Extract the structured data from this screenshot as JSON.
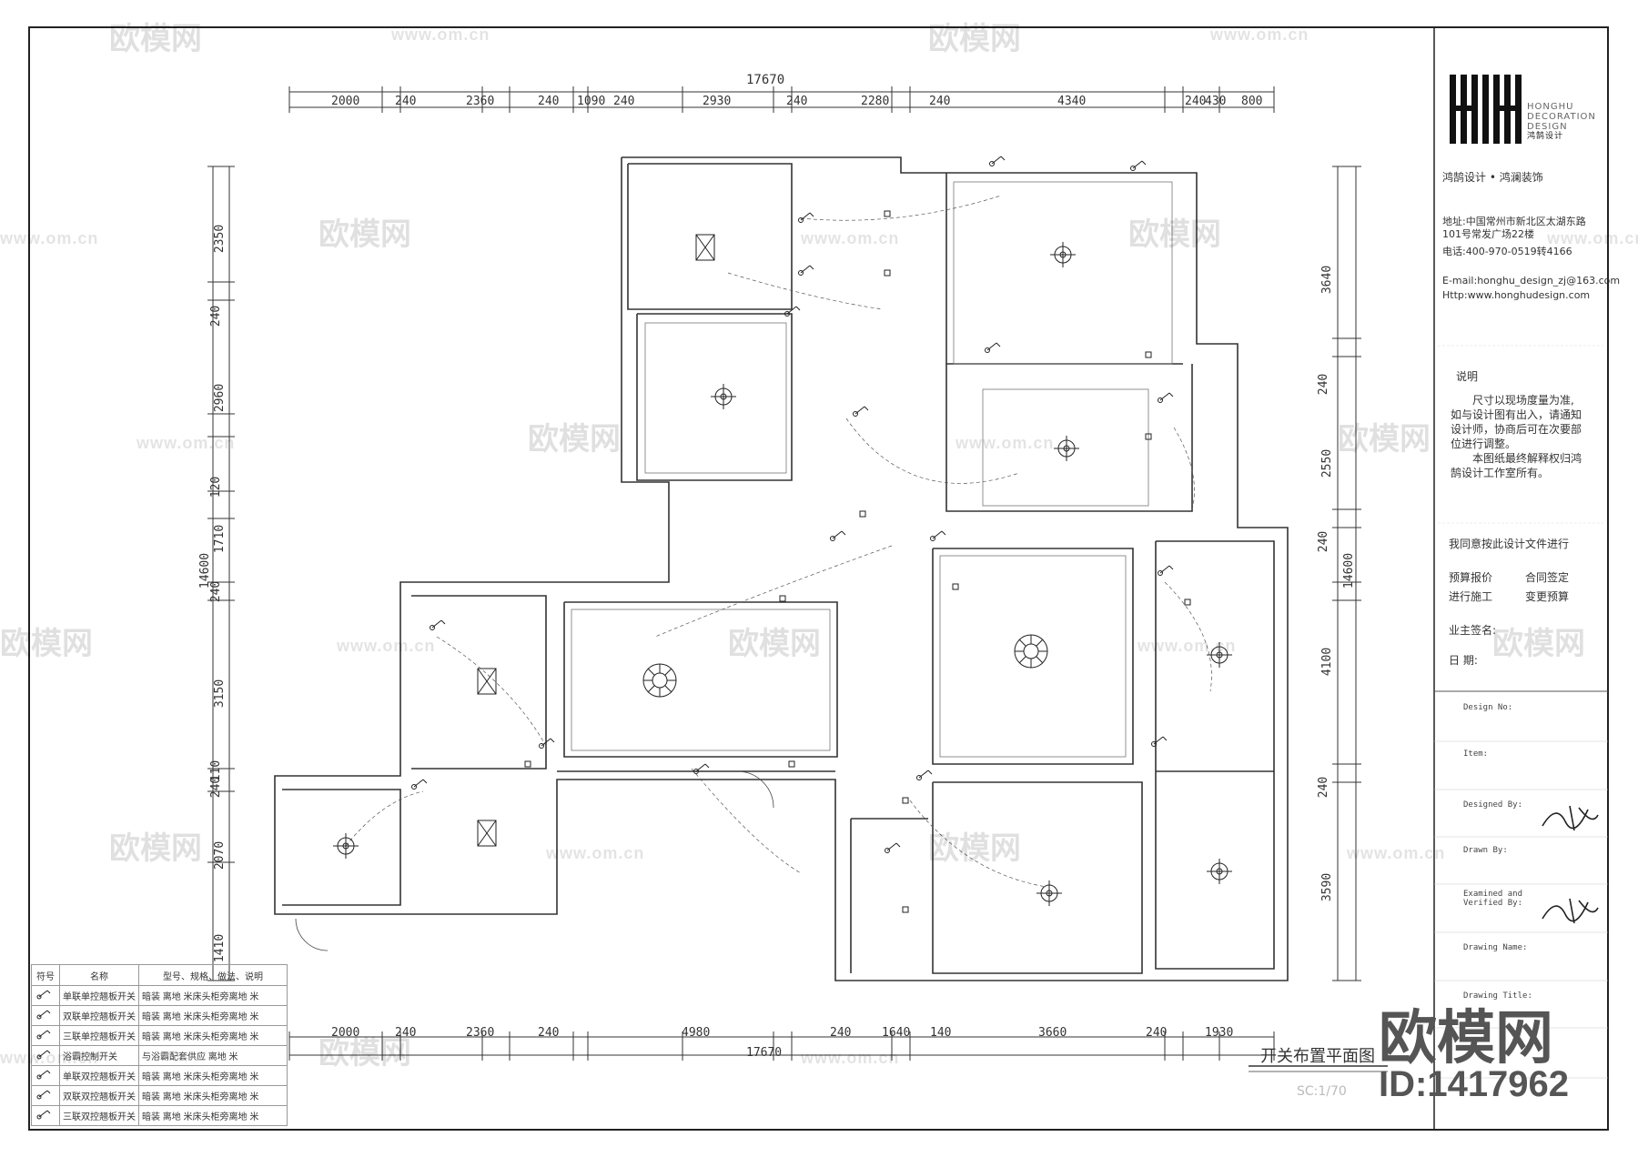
{
  "drawing": {
    "title": "开关布置平面图",
    "scale": "SC:1/70",
    "total_width_dim": "17670",
    "total_height_dim": "14600",
    "top_dims": [
      "2000",
      "240",
      "2360",
      "240",
      "1090",
      "240",
      "2930",
      "240",
      "2280",
      "240",
      "4340",
      "240",
      "430",
      "800"
    ],
    "bottom_dims": [
      "2000",
      "240",
      "2360",
      "240",
      "4980",
      "240",
      "1640",
      "140",
      "3660",
      "240",
      "1930"
    ],
    "left_dims": [
      "2350",
      "240",
      "2960",
      "120",
      "1710",
      "240",
      "3150",
      "240",
      "110",
      "2070",
      "1410"
    ],
    "right_dims": [
      "3640",
      "240",
      "2550",
      "240",
      "4100",
      "240",
      "3590"
    ]
  },
  "titleblock": {
    "logo_text": [
      "HONGHU",
      "DECORATION",
      "DESIGN",
      "鸿鹄设计"
    ],
    "company": "鸿鹄设计 • 鸿澜装饰",
    "address_line1": "地址:中国常州市新北区太湖东路",
    "address_line2": "101号常发广场22楼",
    "phone": "电话:400-970-0519转4166",
    "email": "E-mail:honghu_design_zj@163.com",
    "website": "Http:www.honghudesign.com",
    "notes_title": "说明",
    "notes": [
      "尺寸以现场度量为准,",
      "如与设计图有出入，请通知",
      "设计师，协商后可在次要部",
      "位进行调整。",
      "本图纸最终解释权归鸿",
      "鹄设计工作室所有。"
    ],
    "agree": "我同意按此设计文件进行",
    "items": [
      "预算报价",
      "合同签定",
      "进行施工",
      "变更预算"
    ],
    "owner_sign": "业主签名:",
    "date_label": "日    期:",
    "fields": [
      "Design No:",
      "Item:",
      "Designed By:",
      "Drawn By:",
      "Examined and",
      "Verified By:",
      "Drawing Name:",
      "Drawing Title:"
    ]
  },
  "legend": {
    "headers": [
      "符号",
      "名称",
      "型号、规格、做法、说明"
    ],
    "rows": [
      {
        "name": "单联单控翘板开关",
        "spec": "暗装  离地    米床头柜旁离地    米"
      },
      {
        "name": "双联单控翘板开关",
        "spec": "暗装  离地    米床头柜旁离地    米"
      },
      {
        "name": "三联单控翘板开关",
        "spec": "暗装  离地    米床头柜旁离地    米"
      },
      {
        "name": "浴霸控制开关",
        "spec": "与浴霸配套供应   离地    米"
      },
      {
        "name": "单联双控翘板开关",
        "spec": "暗装  离地    米床头柜旁离地    米"
      },
      {
        "name": "双联双控翘板开关",
        "spec": "暗装  离地    米床头柜旁离地    米"
      },
      {
        "name": "三联双控翘板开关",
        "spec": "暗装  离地    米床头柜旁离地    米"
      }
    ]
  },
  "watermark": {
    "brand": "欧模网",
    "url": "www.om.cn",
    "id": "ID:1417962"
  }
}
